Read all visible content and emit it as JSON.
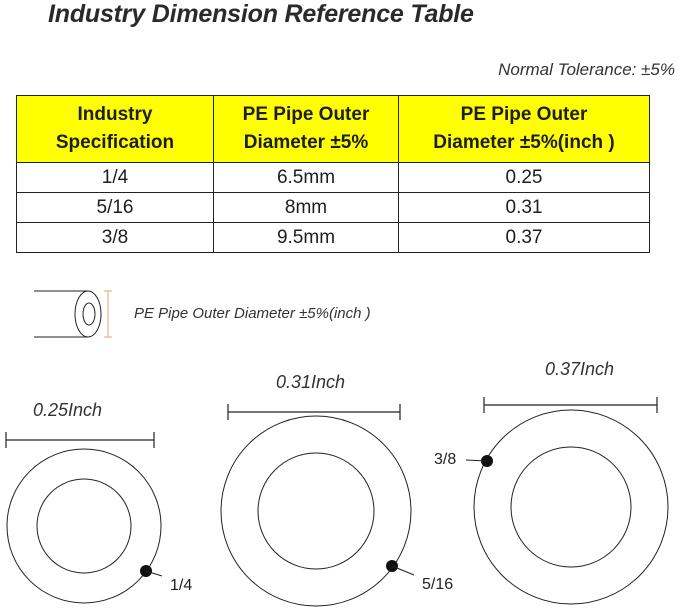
{
  "title": "Industry Dimension Reference Table",
  "tolerance_note": "Normal Tolerance: ±5%",
  "table": {
    "headers": [
      [
        "Industry",
        "Specification"
      ],
      [
        "PE Pipe Outer",
        "Diameter ±5%"
      ],
      [
        "PE Pipe Outer",
        "Diameter ±5%(inch )"
      ]
    ],
    "rows": [
      [
        "1/4",
        "6.5mm",
        "0.25"
      ],
      [
        "5/16",
        "8mm",
        "0.31"
      ],
      [
        "3/8",
        "9.5mm",
        "0.37"
      ]
    ]
  },
  "diagram_label": "PE Pipe Outer Diameter ±5%(inch )",
  "colors": {
    "header_bg": "#ffff00",
    "accent_line": "#e8a070"
  },
  "pipes": [
    {
      "dimension": "0.25Inch",
      "size": "1/4"
    },
    {
      "dimension": "0.31Inch",
      "size": "5/16"
    },
    {
      "dimension": "0.37Inch",
      "size": "3/8"
    }
  ]
}
